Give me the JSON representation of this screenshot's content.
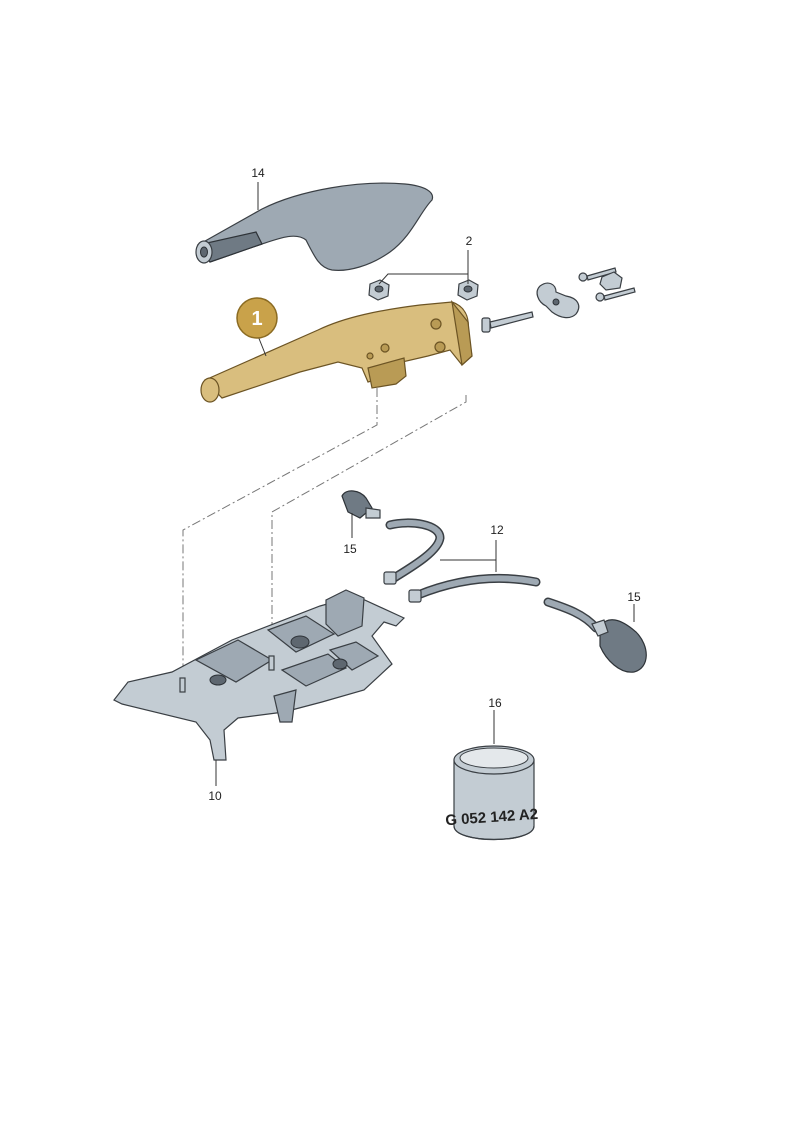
{
  "callouts": {
    "c14": "14",
    "c2": "2",
    "c1": "1",
    "c12": "12",
    "c15a": "15",
    "c15b": "15",
    "c10": "10",
    "c16": "16"
  },
  "highlight_color": "#c9a24a",
  "grease_can": {
    "label": "G 052 142 A2"
  }
}
